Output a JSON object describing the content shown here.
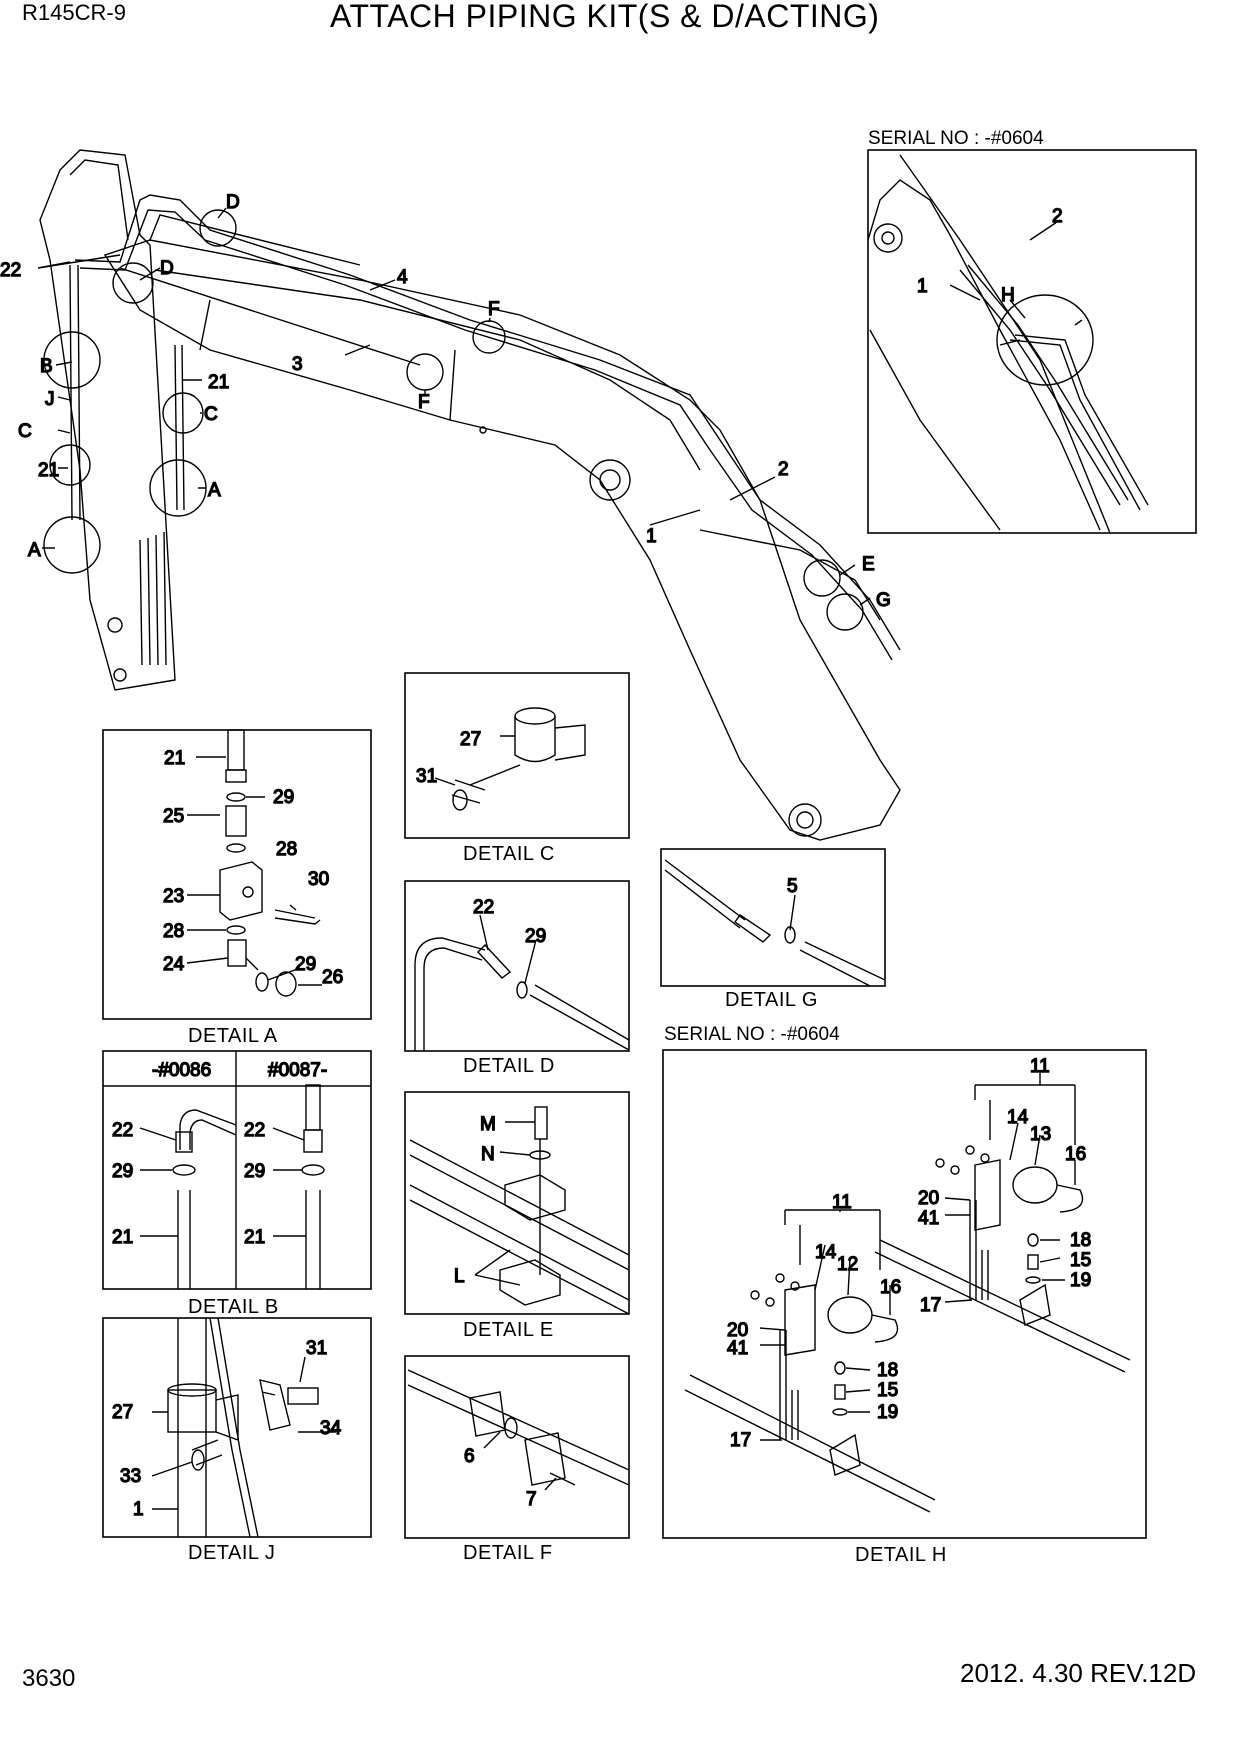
{
  "header": {
    "model": "R145CR-9",
    "title": "ATTACH PIPING KIT(S & D/ACTING)"
  },
  "footer": {
    "page_number": "3630",
    "revision": "2012. 4.30  REV.12D"
  },
  "main_view": {
    "callouts": [
      "22",
      "D",
      "D",
      "4",
      "F",
      "3",
      "F",
      "21",
      "B",
      "J",
      "C",
      "21",
      "C",
      "A",
      "A",
      "2",
      "1",
      "E",
      "G"
    ]
  },
  "inset_top_right": {
    "serial": "SERIAL NO : -#0604",
    "callouts": [
      "2",
      "1",
      "H"
    ]
  },
  "detail_a": {
    "caption": "DETAIL  A",
    "callouts": [
      "21",
      "29",
      "25",
      "28",
      "23",
      "30",
      "28",
      "24",
      "29",
      "26"
    ]
  },
  "detail_b": {
    "caption": "DETAIL  B",
    "col_left_header": "-#0086",
    "col_right_header": "#0087-",
    "callouts": [
      "22",
      "29",
      "21",
      "22",
      "29",
      "21"
    ]
  },
  "detail_c": {
    "caption": "DETAIL  C",
    "callouts": [
      "27",
      "31"
    ]
  },
  "detail_d": {
    "caption": "DETAIL  D",
    "callouts": [
      "22",
      "29"
    ]
  },
  "detail_e": {
    "caption": "DETAIL  E",
    "callouts": [
      "M",
      "N",
      "L"
    ]
  },
  "detail_f": {
    "caption": "DETAIL  F",
    "callouts": [
      "6",
      "7"
    ]
  },
  "detail_g": {
    "caption": "DETAIL  G",
    "callouts": [
      "5"
    ]
  },
  "detail_j": {
    "caption": "DETAIL  J",
    "callouts": [
      "31",
      "27",
      "34",
      "33",
      "1"
    ]
  },
  "detail_h": {
    "caption": "DETAIL  H",
    "serial": "SERIAL NO : -#0604",
    "callouts": [
      "11",
      "14",
      "13",
      "16",
      "20",
      "41",
      "18",
      "15",
      "19",
      "17",
      "11",
      "14",
      "12",
      "16",
      "20",
      "41",
      "18",
      "15",
      "19",
      "17"
    ]
  }
}
